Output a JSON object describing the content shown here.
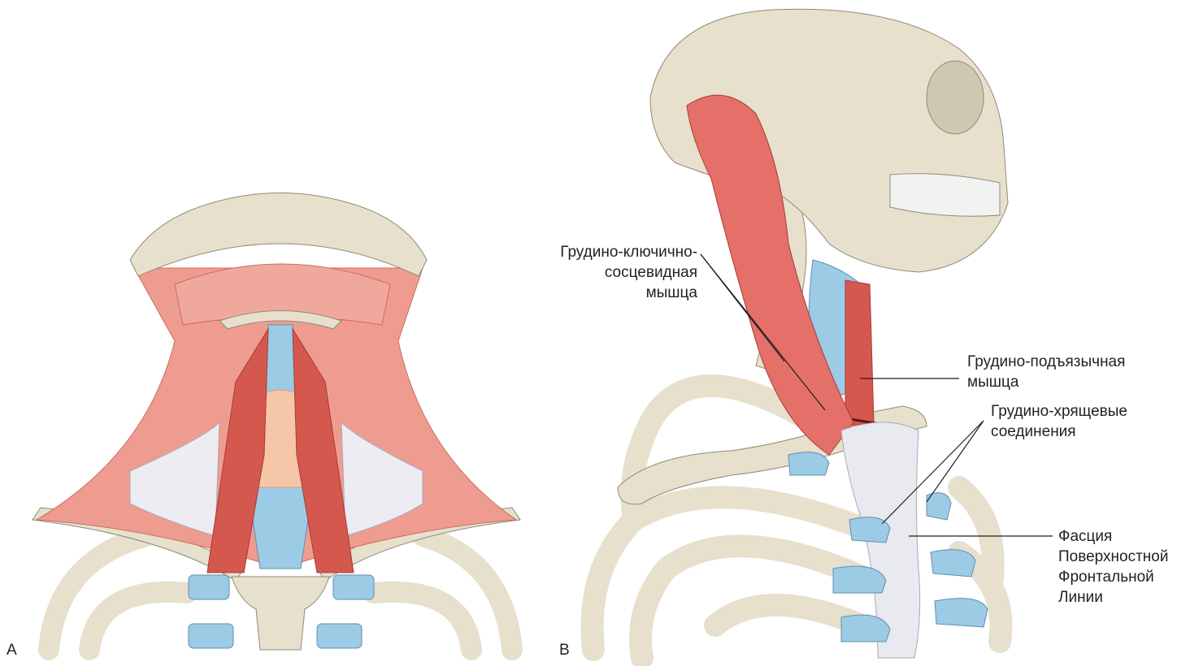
{
  "panels": [
    {
      "letter": "A"
    },
    {
      "letter": "B"
    }
  ],
  "labels": {
    "scm": [
      "Грудино-ключично-",
      "сосцевидная",
      "мышца"
    ],
    "sternohyoid": [
      "Грудино-подъязычная",
      "мышца"
    ],
    "sternochondral": [
      "Грудино-хрящевые",
      "соединения"
    ],
    "fascia": [
      "Фасция",
      "Поверхностной",
      "Фронтальной",
      "Линии"
    ]
  },
  "colors": {
    "bone": "#e6e0cc",
    "bone_outline": "#8f8a78",
    "muscle": "#e98e83",
    "muscle_dark": "#d5584e",
    "cartilage": "#9ccbe6",
    "fascia": "#e8eaf0"
  }
}
